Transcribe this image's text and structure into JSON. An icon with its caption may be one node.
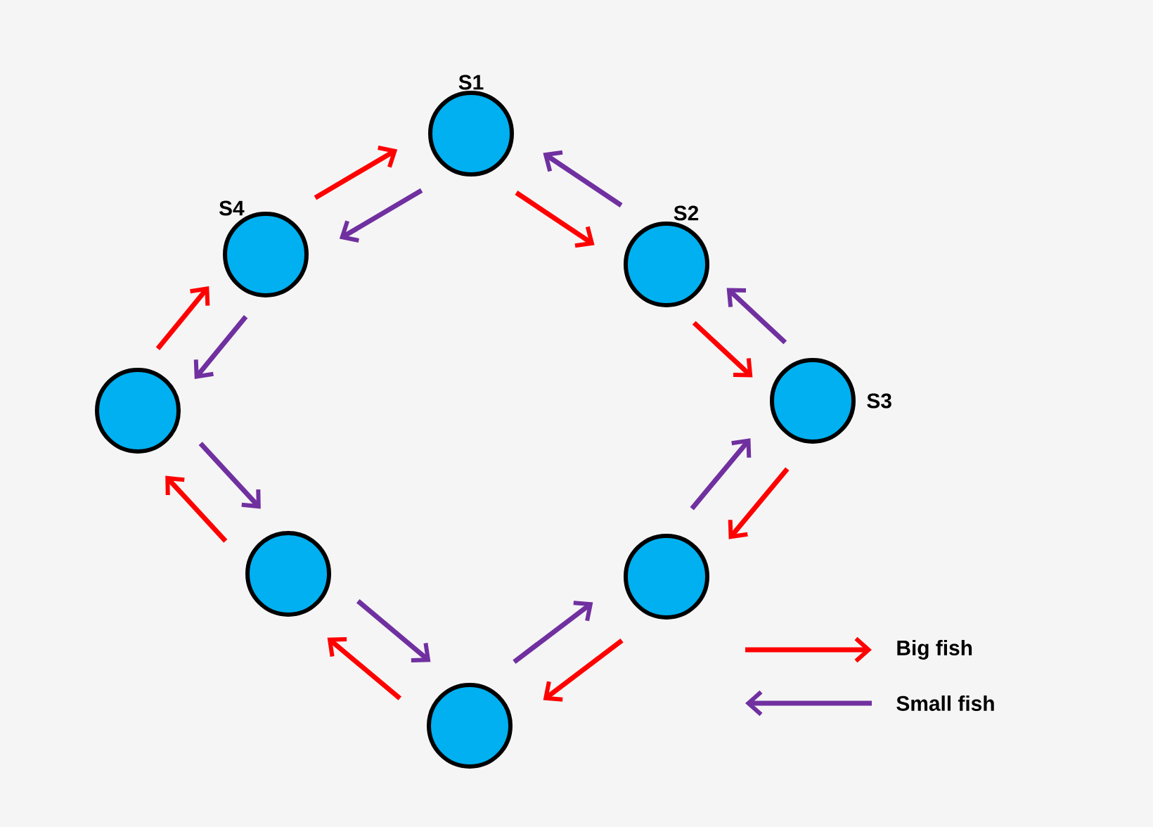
{
  "diagram": {
    "nodes": [
      {
        "text": [],
        "shape": "circle",
        "beside": [
          "S1"
        ]
      },
      {
        "text": [],
        "shape": "circle",
        "beside": [
          "S4"
        ]
      },
      {
        "text": [],
        "shape": "circle",
        "beside": [
          "S2"
        ]
      },
      {
        "text": [],
        "shape": "circle",
        "beside": [
          "S3"
        ]
      },
      {
        "text": [],
        "shape": "circle"
      },
      {
        "text": [],
        "shape": "circle"
      },
      {
        "text": [],
        "shape": "circle"
      },
      {
        "text": [],
        "shape": "circle"
      }
    ],
    "edges": [
      {
        "from": 1,
        "to": 0,
        "arrow": "to",
        "color": "#ff0000"
      },
      {
        "from": 0,
        "to": 1,
        "arrow": "to",
        "color": "#7030a0"
      },
      {
        "from": 0,
        "to": 2,
        "arrow": "to",
        "color": "#ff0000"
      },
      {
        "from": 2,
        "to": 0,
        "arrow": "to",
        "color": "#7030a0"
      },
      {
        "from": 2,
        "to": 3,
        "arrow": "to",
        "color": "#ff0000"
      },
      {
        "from": 3,
        "to": 2,
        "arrow": "to",
        "color": "#7030a0"
      },
      {
        "from": 3,
        "to": 6,
        "arrow": "to",
        "color": "#ff0000"
      },
      {
        "from": 6,
        "to": 3,
        "arrow": "to",
        "color": "#7030a0"
      },
      {
        "from": 6,
        "to": 7,
        "arrow": "to",
        "color": "#ff0000"
      },
      {
        "from": 7,
        "to": 6,
        "arrow": "to",
        "color": "#7030a0"
      },
      {
        "from": 7,
        "to": 5,
        "arrow": "to",
        "color": "#ff0000"
      },
      {
        "from": 5,
        "to": 7,
        "arrow": "to",
        "color": "#7030a0"
      },
      {
        "from": 5,
        "to": 4,
        "arrow": "to",
        "color": "#ff0000"
      },
      {
        "from": 4,
        "to": 5,
        "arrow": "to",
        "color": "#7030a0"
      },
      {
        "from": 4,
        "to": 1,
        "arrow": "to",
        "color": "#ff0000"
      },
      {
        "from": 1,
        "to": 4,
        "arrow": "to",
        "color": "#7030a0"
      }
    ],
    "legend": [
      {
        "text": "Big fish"
      },
      {
        "text": "Small fish"
      }
    ]
  }
}
